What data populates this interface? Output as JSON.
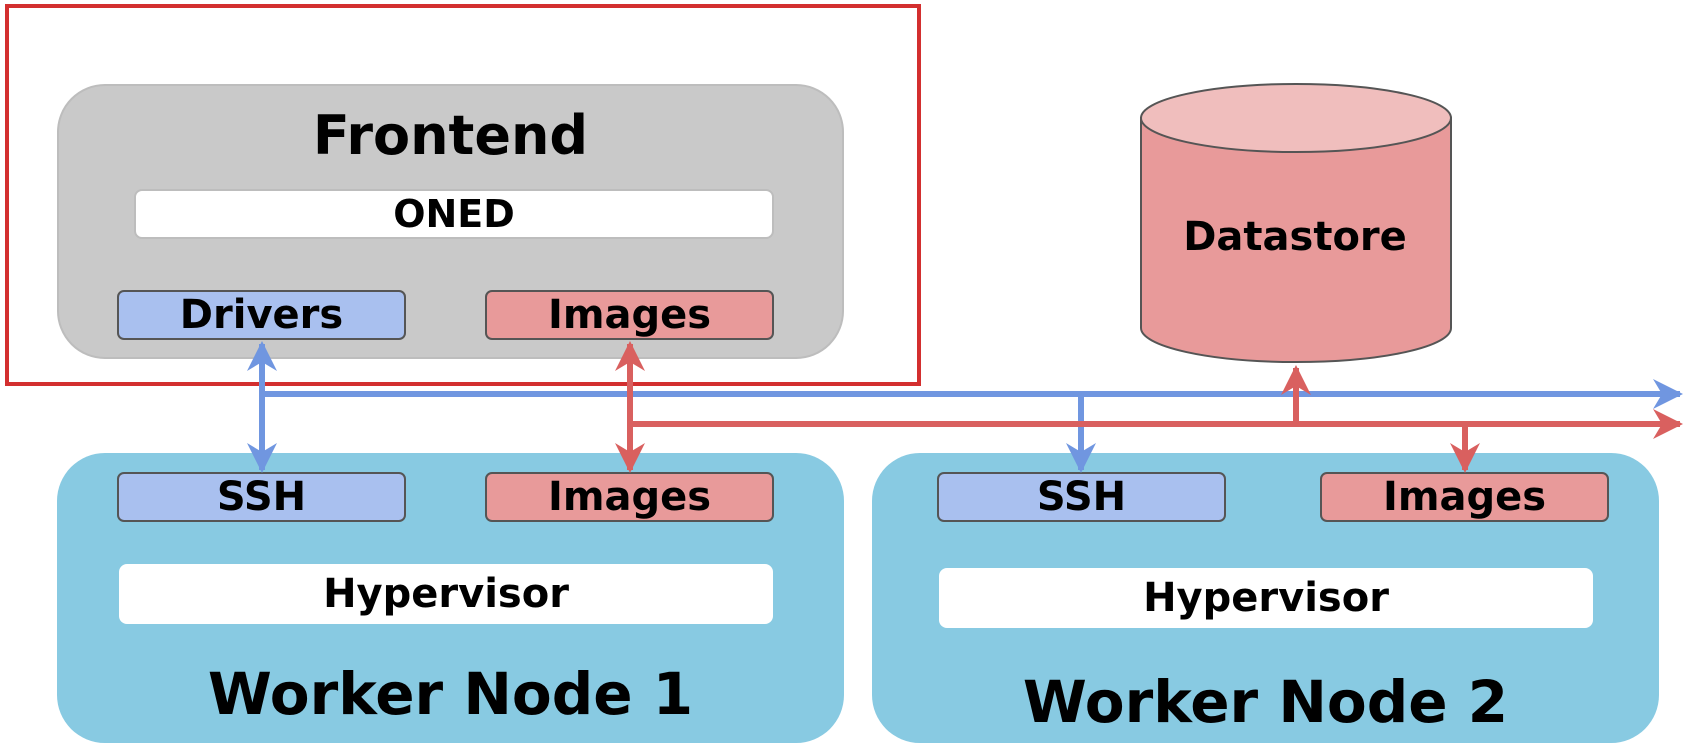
{
  "frontend": {
    "title": "Frontend",
    "daemon": "ONED",
    "drivers": "Drivers",
    "images": "Images"
  },
  "datastore": {
    "label": "Datastore"
  },
  "workers": [
    {
      "title": "Worker Node 1",
      "ssh": "SSH",
      "images": "Images",
      "hypervisor": "Hypervisor"
    },
    {
      "title": "Worker Node 2",
      "ssh": "SSH",
      "images": "Images",
      "hypervisor": "Hypervisor"
    }
  ],
  "colors": {
    "blue_link": "#7096e0",
    "red_link": "#d9605f",
    "highlight": "#d32f2f",
    "frontend_panel": "#c9c9c9",
    "worker_panel": "#88cae2",
    "datastore_fill": "#e89a9a",
    "datastore_top": "#f0bebd"
  }
}
